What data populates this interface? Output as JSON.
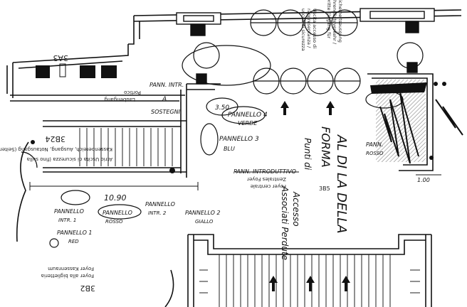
{
  "rooms": {
    "room_3a3": "3A3",
    "room_3b24": "3B24",
    "room_3b2": "3B2",
    "room_3b5": "3B5"
  },
  "plan_labels": {
    "portico": "Portico",
    "laubengang": "Laubengang",
    "lobby_exit_it": "Atrio  Uscita di sicurezza (fino sulla",
    "lobby_exit_de": "Kassenbereich, Ausgang, Notausgang (Seitenlage",
    "foyer_it": "Foyer centrale",
    "foyer_de": "Zentrales Foyer",
    "biglietteria_it": "Foyer alla biglietteria",
    "biglietteria_de": "Foyer Kassenraum",
    "uscita_it": "Uscita accesso di",
    "rappresentanza": "rappresentanza /",
    "uscita_sicurezza": "uscita di sicurezza",
    "dritte_it": "Dritte Eingang für",
    "ehrengaeste": "Ehrengästeverkehr /",
    "sicherheitsausgang": "Sicherheitsausgang"
  },
  "annotations": {
    "pannello_intr_a": "PANN. INTR.",
    "pannello_a_letter": "A",
    "pannello4": "PANNELLO 4",
    "verde": "VERDE",
    "pannello3": "PANNELLO 3",
    "blu": "BLU",
    "pannello_introduttivo": "PANN. INTRODUTTIVO",
    "pannello_rosso_r": "PANN.",
    "rosso_r": "ROSSO",
    "pannello_intr1": "PANNELLO",
    "intr1": "INTR. 1",
    "pannello_rosso": "PANNELLO",
    "rosso": "ROSSO",
    "pannello_intr2": "PANNELLO",
    "intr2": "INTR. 2",
    "pannello2": "PANNELLO 2",
    "giallo": "GIALLO",
    "pannello1": "PANNELLO 1",
    "red": "RED",
    "sostegni": "SOSTEGNI",
    "dim_1090": "10.90",
    "dim_100": "1.00",
    "dim_350": "3.50",
    "vertical_1": "AL  DI  LA  DELLA",
    "vertical_2": "FORMA",
    "vertical_3": "Punti di",
    "vertical_4": "Accesso",
    "vertical_5": "Associati Perdute"
  }
}
